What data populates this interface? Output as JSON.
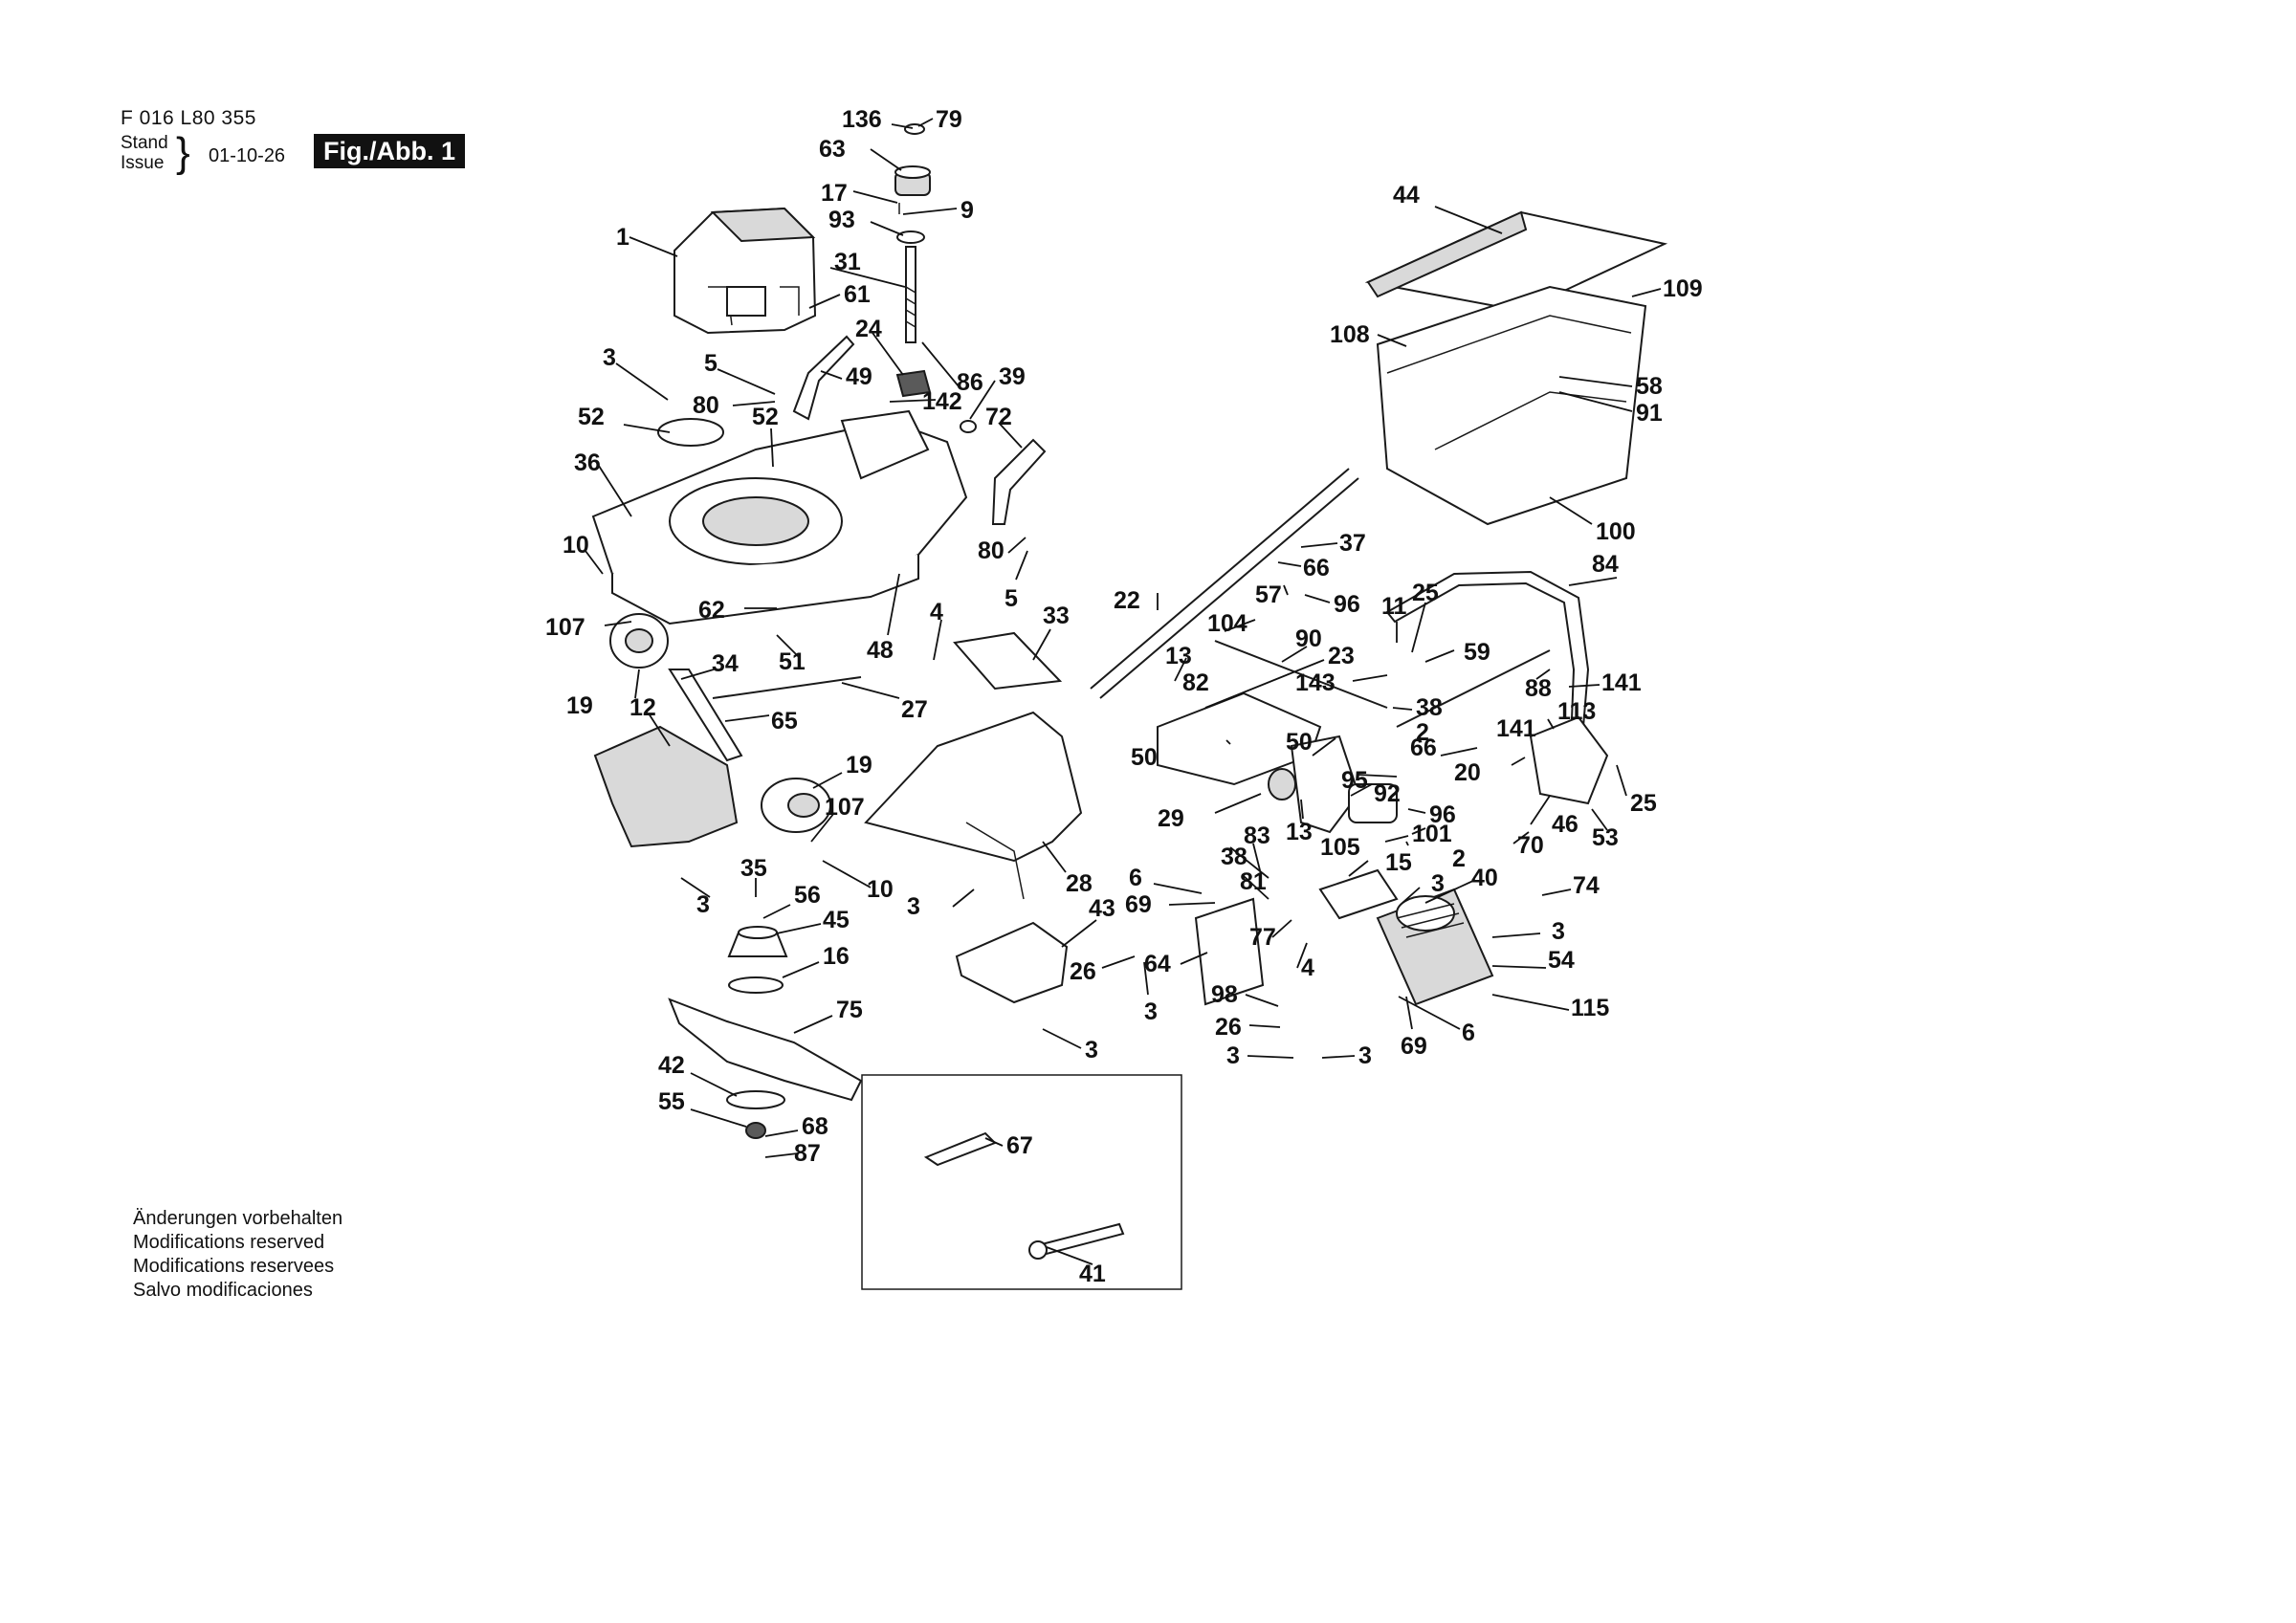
{
  "header": {
    "part_number": "F 016 L80 355",
    "stand_label": "Stand",
    "issue_label": "Issue",
    "date": "01-10-26",
    "figure_label": "Fig./Abb. 1"
  },
  "notes": [
    "Änderungen vorbehalten",
    "Modifications reserved",
    "Modifications reservees",
    "Salvo modificaciones"
  ],
  "callouts": [
    {
      "label": "136"
    },
    {
      "label": "79"
    },
    {
      "label": "63"
    },
    {
      "label": "17"
    },
    {
      "label": "9"
    },
    {
      "label": "93"
    },
    {
      "label": "1"
    },
    {
      "label": "31"
    },
    {
      "label": "61"
    },
    {
      "label": "24"
    },
    {
      "label": "86"
    },
    {
      "label": "39"
    },
    {
      "label": "3"
    },
    {
      "label": "5"
    },
    {
      "label": "49"
    },
    {
      "label": "142"
    },
    {
      "label": "72"
    },
    {
      "label": "80"
    },
    {
      "label": "52"
    },
    {
      "label": "52"
    },
    {
      "label": "36"
    },
    {
      "label": "10"
    },
    {
      "label": "80"
    },
    {
      "label": "5"
    },
    {
      "label": "62"
    },
    {
      "label": "4"
    },
    {
      "label": "107"
    },
    {
      "label": "48"
    },
    {
      "label": "51"
    },
    {
      "label": "33"
    },
    {
      "label": "34"
    },
    {
      "label": "19"
    },
    {
      "label": "12"
    },
    {
      "label": "27"
    },
    {
      "label": "65"
    },
    {
      "label": "19"
    },
    {
      "label": "107"
    },
    {
      "label": "35"
    },
    {
      "label": "10"
    },
    {
      "label": "28"
    },
    {
      "label": "3"
    },
    {
      "label": "56"
    },
    {
      "label": "3"
    },
    {
      "label": "45"
    },
    {
      "label": "43"
    },
    {
      "label": "16"
    },
    {
      "label": "26"
    },
    {
      "label": "3"
    },
    {
      "label": "75"
    },
    {
      "label": "3"
    },
    {
      "label": "42"
    },
    {
      "label": "55"
    },
    {
      "label": "68"
    },
    {
      "label": "87"
    },
    {
      "label": "67"
    },
    {
      "label": "41"
    },
    {
      "label": "44"
    },
    {
      "label": "109"
    },
    {
      "label": "108"
    },
    {
      "label": "58"
    },
    {
      "label": "91"
    },
    {
      "label": "100"
    },
    {
      "label": "37"
    },
    {
      "label": "84"
    },
    {
      "label": "66"
    },
    {
      "label": "22"
    },
    {
      "label": "57"
    },
    {
      "label": "96"
    },
    {
      "label": "11"
    },
    {
      "label": "25"
    },
    {
      "label": "104"
    },
    {
      "label": "13"
    },
    {
      "label": "90"
    },
    {
      "label": "23"
    },
    {
      "label": "59"
    },
    {
      "label": "82"
    },
    {
      "label": "143"
    },
    {
      "label": "88"
    },
    {
      "label": "141"
    },
    {
      "label": "38"
    },
    {
      "label": "113"
    },
    {
      "label": "2"
    },
    {
      "label": "141"
    },
    {
      "label": "50"
    },
    {
      "label": "66"
    },
    {
      "label": "50"
    },
    {
      "label": "95"
    },
    {
      "label": "20"
    },
    {
      "label": "92"
    },
    {
      "label": "29"
    },
    {
      "label": "13"
    },
    {
      "label": "96"
    },
    {
      "label": "46"
    },
    {
      "label": "25"
    },
    {
      "label": "83"
    },
    {
      "label": "105"
    },
    {
      "label": "101"
    },
    {
      "label": "70"
    },
    {
      "label": "53"
    },
    {
      "label": "38"
    },
    {
      "label": "15"
    },
    {
      "label": "2"
    },
    {
      "label": "6"
    },
    {
      "label": "81"
    },
    {
      "label": "3"
    },
    {
      "label": "40"
    },
    {
      "label": "74"
    },
    {
      "label": "69"
    },
    {
      "label": "3"
    },
    {
      "label": "77"
    },
    {
      "label": "64"
    },
    {
      "label": "4"
    },
    {
      "label": "54"
    },
    {
      "label": "98"
    },
    {
      "label": "115"
    },
    {
      "label": "26"
    },
    {
      "label": "69"
    },
    {
      "label": "6"
    },
    {
      "label": "3"
    },
    {
      "label": "3"
    }
  ]
}
